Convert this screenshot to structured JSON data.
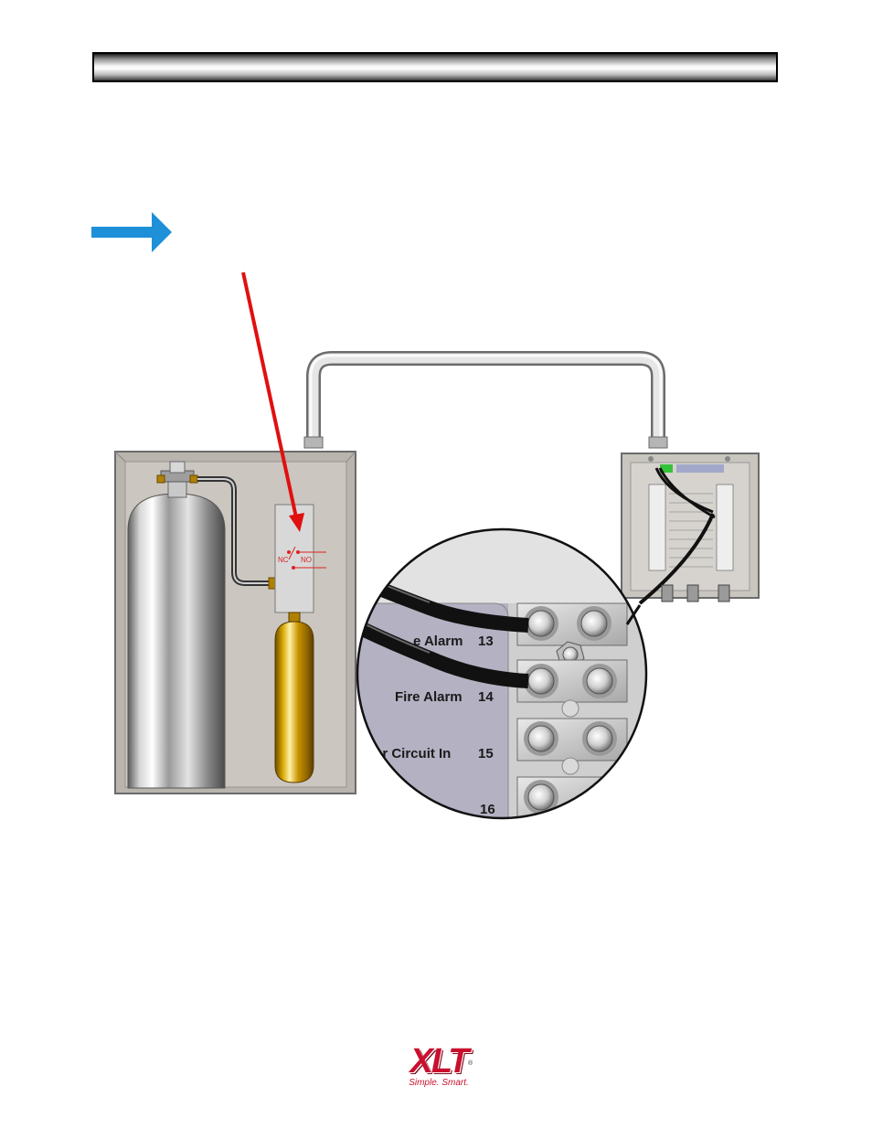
{
  "switch_labels": {
    "nc": "NC",
    "no": "NO"
  },
  "terminal_labels": [
    {
      "name": "e Alarm",
      "number": "13"
    },
    {
      "name": "Fire Alarm",
      "number": "14"
    },
    {
      "name": "er Circuit In",
      "number": "15"
    },
    {
      "name": "",
      "number": "16"
    }
  ],
  "logo": {
    "brand": "XLT",
    "registered": "®",
    "tagline": "Simple. Smart."
  },
  "colors": {
    "blue_arrow": "#1e90d8",
    "red_arrow": "#e01010",
    "brand_red": "#c8102e"
  }
}
